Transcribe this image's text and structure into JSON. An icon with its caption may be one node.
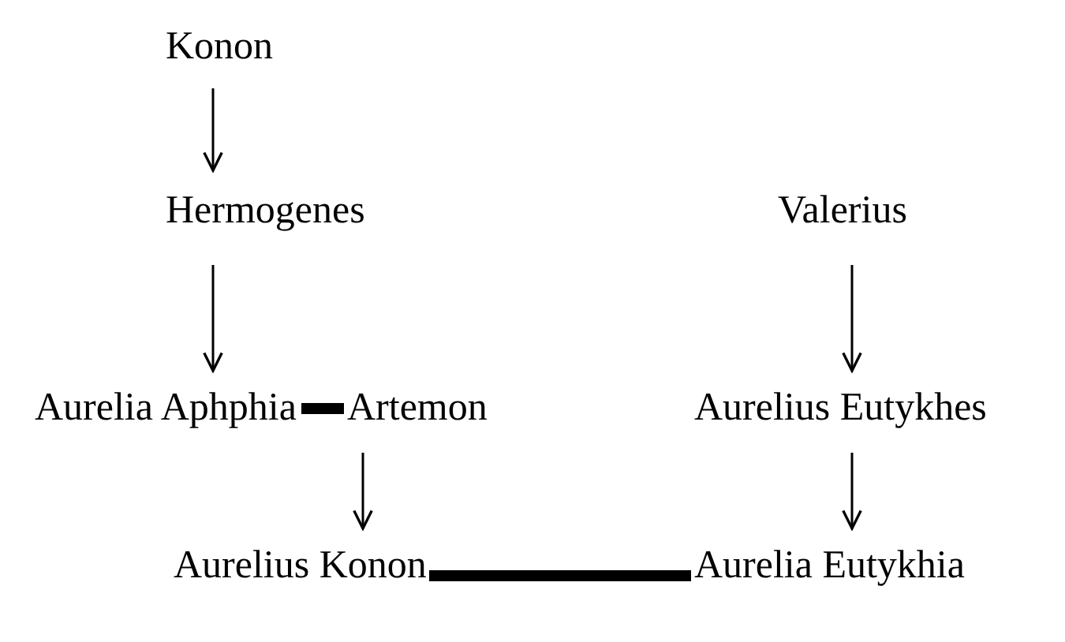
{
  "diagram": {
    "nodes": [
      {
        "text": [
          "Konon"
        ]
      },
      {
        "text": [
          "Hermogenes"
        ]
      },
      {
        "text": [
          "Valerius"
        ]
      },
      {
        "text": [
          "Aurelia Aphphia"
        ]
      },
      {
        "text": [
          "Artemon"
        ]
      },
      {
        "text": [
          "Aurelius Eutykhes"
        ]
      },
      {
        "text": [
          "Aurelius Konon"
        ]
      },
      {
        "text": [
          "Aurelia Eutykhia"
        ]
      }
    ],
    "edges": [
      {
        "from": 0,
        "to": 1,
        "arrow": "to"
      },
      {
        "from": 1,
        "to": 3,
        "arrow": "to"
      },
      {
        "from": 2,
        "to": 5,
        "arrow": "to"
      },
      {
        "from": 3,
        "to": 4,
        "arrow": "none",
        "style": "thick"
      },
      {
        "from": 4,
        "to": 6,
        "arrow": "to"
      },
      {
        "from": 5,
        "to": 7,
        "arrow": "to"
      },
      {
        "from": 6,
        "to": 7,
        "arrow": "none",
        "style": "thick"
      }
    ]
  }
}
